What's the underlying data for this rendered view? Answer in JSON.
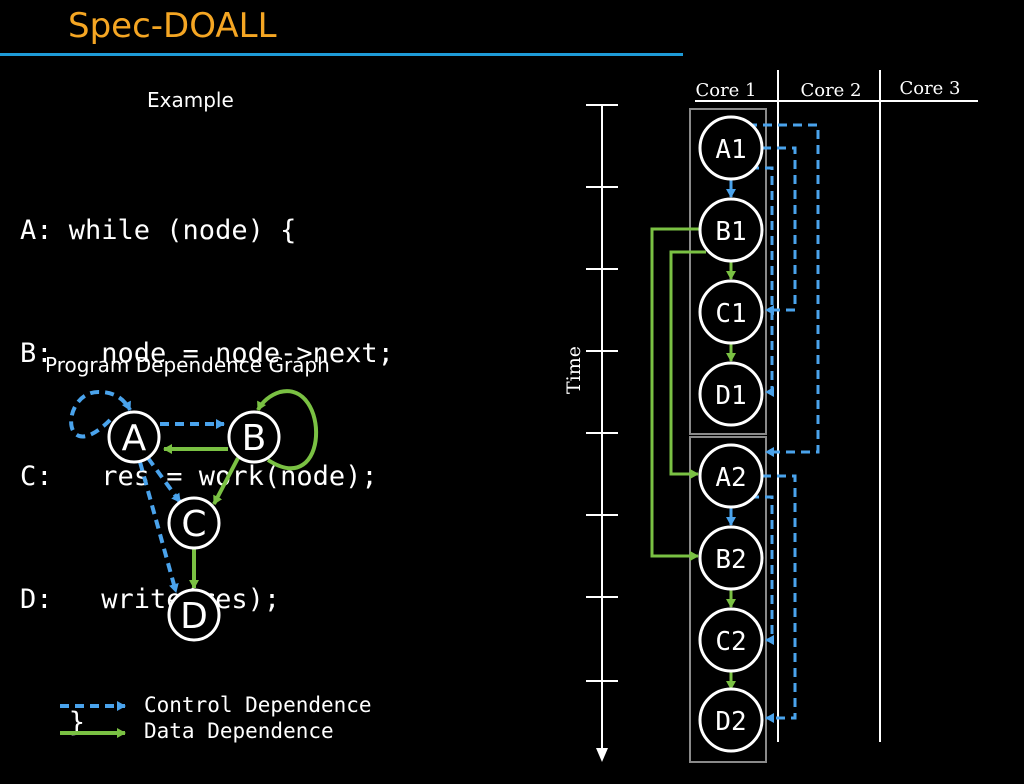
{
  "title": "Spec-DOALL",
  "example_label": "Example",
  "code_lines": [
    "A: while (node) {",
    "B:   node = node->next;",
    "C:   res = work(node);",
    "D:   write(res);",
    "   }"
  ],
  "pdg": {
    "title": "Program Dependence Graph",
    "nodes": [
      "A",
      "B",
      "C",
      "D"
    ]
  },
  "legend": {
    "control": "Control Dependence",
    "data": "Data Dependence"
  },
  "timeline": {
    "cores": [
      "Core 1",
      "Core 2",
      "Core 3"
    ],
    "time_label": "Time",
    "nodes": [
      "A1",
      "B1",
      "C1",
      "D1",
      "A2",
      "B2",
      "C2",
      "D2"
    ]
  },
  "colors": {
    "title": "#f5a623",
    "rule": "#1e9bd7",
    "control": "#4aa3ec",
    "data": "#7ac143",
    "iteration_box": "#8a8a8a"
  }
}
